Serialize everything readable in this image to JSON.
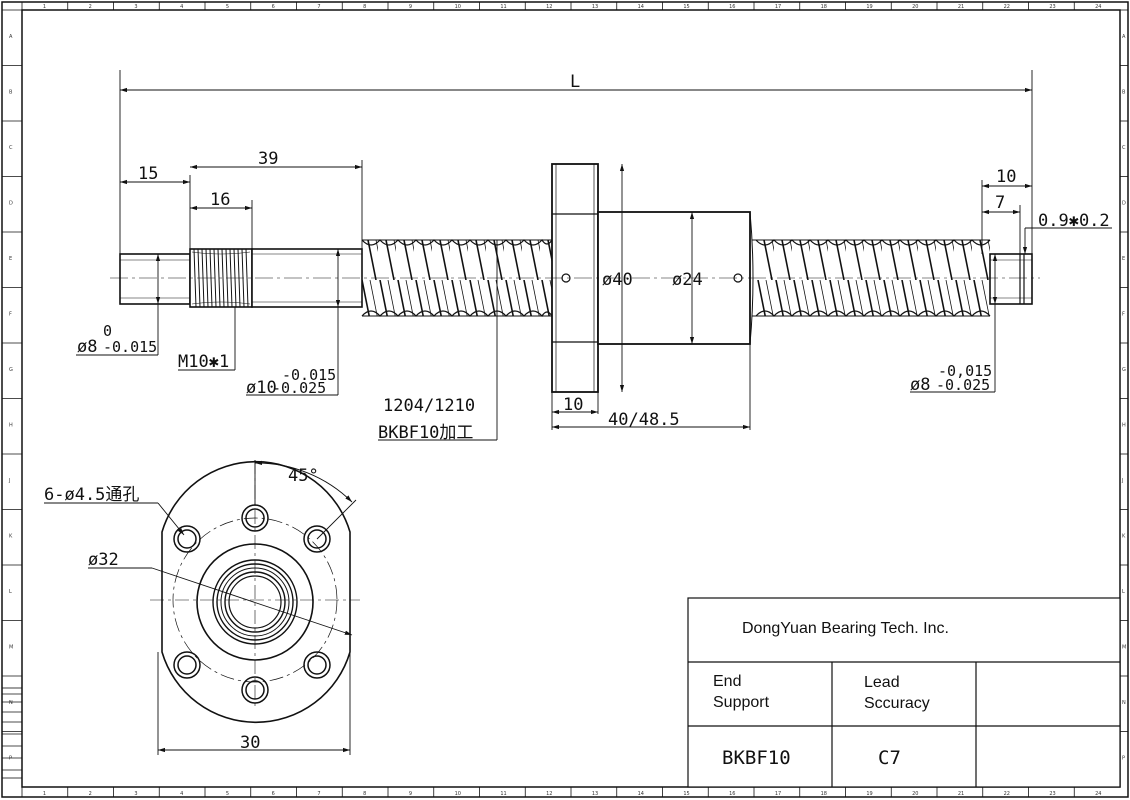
{
  "dimensions": {
    "overall_length": "L",
    "left_end_length": "15",
    "left_section_length": "39",
    "thread_length": "16",
    "left_end_dia": "ø8",
    "left_end_tol_upper": "0",
    "left_end_tol_lower": "-0.015",
    "thread_spec": "M10✱1",
    "shaft_dia": "ø10",
    "shaft_tol_upper": "-0.015",
    "shaft_tol_lower": "-0.025",
    "nut_model": "1204/1210",
    "end_machining": "BKBF10加工",
    "flange_dia": "ø40",
    "nut_body_dia": "ø24",
    "flange_width": "10",
    "nut_length": "40/48.5",
    "right_end_length": "10",
    "right_end_groove_pos": "7",
    "groove_spec": "0.9✱0.2",
    "right_end_dia": "ø8",
    "right_end_tol_upper": "-0,015",
    "right_end_tol_lower": "-0.025",
    "flange_angle": "45°",
    "flange_holes": "6-ø4.5通孔",
    "bolt_circle_dia": "ø32",
    "flange_cut_width": "30"
  },
  "title_block": {
    "company": "DongYuan Bearing Tech. Inc.",
    "col1_header_line1": "End",
    "col1_header_line2": "Support",
    "col2_header_line1": "Lead",
    "col2_header_line2": "Sccuracy",
    "col1_value": "BKBF10",
    "col2_value": "C7"
  },
  "border": {
    "column_labels": [
      "1",
      "2",
      "3",
      "4",
      "5",
      "6",
      "7",
      "8",
      "9",
      "10",
      "11",
      "12",
      "13",
      "14",
      "15",
      "16",
      "17",
      "18",
      "19",
      "20",
      "21",
      "22",
      "23",
      "24"
    ],
    "row_labels": [
      "A",
      "B",
      "C",
      "D",
      "E",
      "F",
      "G",
      "H",
      "J",
      "K",
      "L",
      "M",
      "N",
      "P"
    ]
  }
}
